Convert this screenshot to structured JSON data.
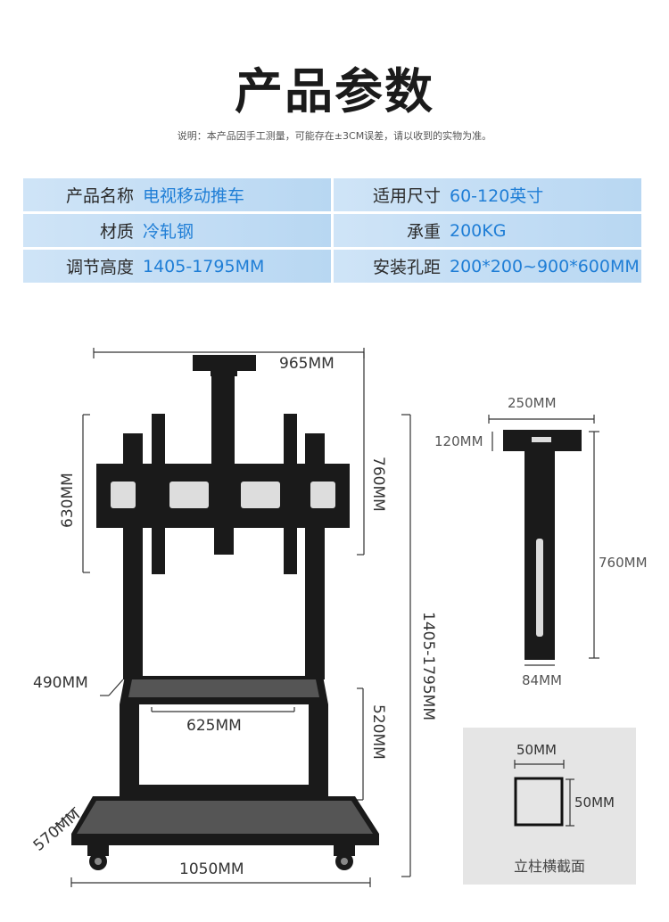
{
  "header": {
    "title": "产品参数",
    "note": "说明：本产品因手工测量，可能存在±3CM误差，请以收到的实物为准。"
  },
  "specs": [
    {
      "left_label": "产品名称",
      "left_value": "电视移动推车",
      "right_label": "适用尺寸",
      "right_value": "60-120英寸"
    },
    {
      "left_label": "材质",
      "left_value": "冷轧钢",
      "right_label": "承重",
      "right_value": "200KG"
    },
    {
      "left_label": "调节高度",
      "left_value": "1405-1795MM",
      "right_label": "安装孔距",
      "right_value": "200*200~900*600MM"
    }
  ],
  "dimensions": {
    "top_width": "965MM",
    "mount_height": "630MM",
    "column_height": "760MM",
    "total_height": "1405-1795MM",
    "shelf_depth": "490MM",
    "shelf_width": "625MM",
    "shelf_height": "520MM",
    "base_depth": "570MM",
    "base_width": "1050MM",
    "bracket_width": "250MM",
    "bracket_depth": "120MM",
    "bracket_height": "760MM",
    "bracket_post_width": "84MM",
    "section_w": "50MM",
    "section_h": "50MM"
  },
  "section": {
    "caption": "立柱横截面"
  },
  "colors": {
    "spec_bg": "#c3ddf5",
    "spec_value": "#1f7ed6",
    "product": "#1a1a1a"
  }
}
